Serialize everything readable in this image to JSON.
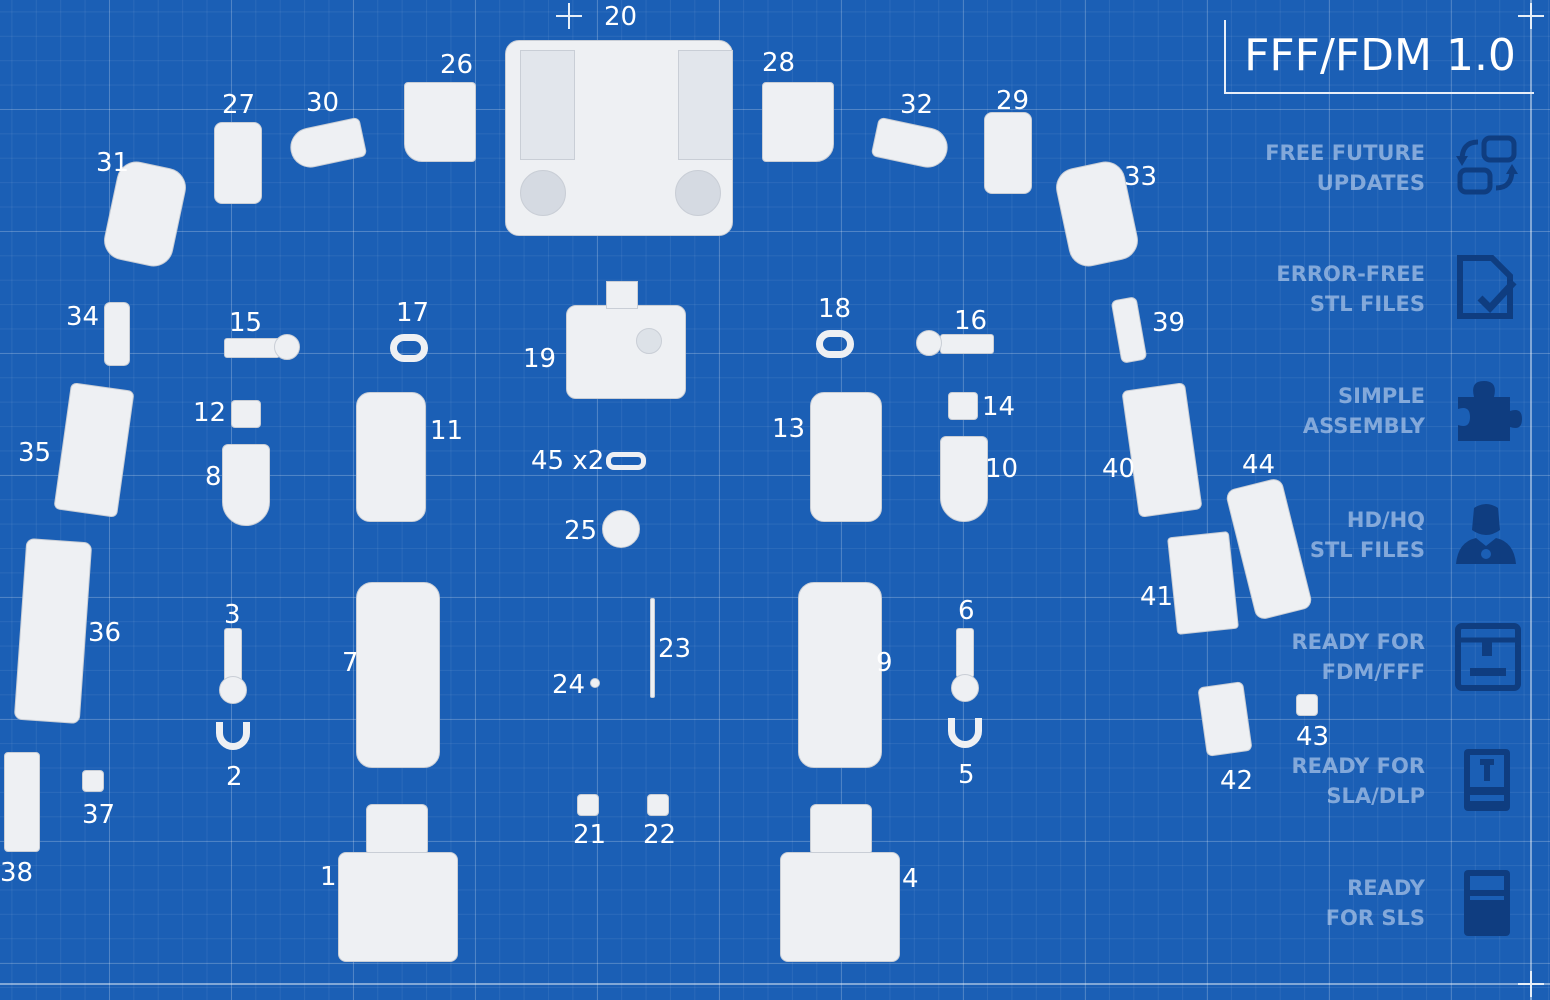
{
  "badge": "FFF/FDM 1.0",
  "features": [
    {
      "line1": "FREE FUTURE",
      "line2": "UPDATES",
      "icon": "refresh-icon"
    },
    {
      "line1": "ERROR-FREE",
      "line2": "STL FILES",
      "icon": "file-check-icon"
    },
    {
      "line1": "SIMPLE",
      "line2": "ASSEMBLY",
      "icon": "puzzle-icon"
    },
    {
      "line1": "HD/HQ",
      "line2": "STL FILES",
      "icon": "robot-head-icon"
    },
    {
      "line1": "READY FOR",
      "line2": "FDM/FFF",
      "icon": "fdm-printer-icon"
    },
    {
      "line1": "READY FOR",
      "line2": "SLA/DLP",
      "icon": "sla-printer-icon"
    },
    {
      "line1": "READY",
      "line2": "FOR SLS",
      "icon": "sls-printer-icon"
    }
  ],
  "part_labels": [
    "1",
    "2",
    "3",
    "4",
    "5",
    "6",
    "7",
    "8",
    "9",
    "10",
    "11",
    "12",
    "13",
    "14",
    "15",
    "16",
    "17",
    "18",
    "19",
    "20",
    "21",
    "22",
    "23",
    "24",
    "25",
    "26",
    "27",
    "28",
    "29",
    "30",
    "31",
    "32",
    "33",
    "34",
    "35",
    "36",
    "37",
    "38",
    "39",
    "40",
    "41",
    "42",
    "43",
    "44",
    "45 x2"
  ],
  "colors": {
    "background": "#1b5fb5",
    "part": "#eef0f3",
    "feature_text": "#d7e4f8"
  }
}
